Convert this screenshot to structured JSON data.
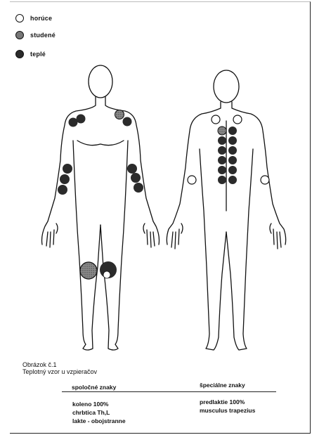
{
  "legend": {
    "items": [
      {
        "label": "horúce",
        "fill": "#ffffff"
      },
      {
        "label": "studené",
        "fill": "#777777"
      },
      {
        "label": "teplé",
        "fill": "#2b2b2b"
      }
    ]
  },
  "caption": {
    "line1": "Obrázok č.1",
    "line2": "Teplotný vzor u vzpieračov"
  },
  "table": {
    "left": {
      "heading": "spoločné znaky",
      "items": [
        "koleno 100%",
        "chrbtica Th,L",
        "lakte - obojstranne"
      ]
    },
    "right": {
      "heading": "špeciálne znaky",
      "items": [
        "predlaktie 100%",
        "musculus trapezius"
      ]
    }
  },
  "colors": {
    "ink": "#111111",
    "cool": "#777777",
    "warm": "#2b2b2b",
    "hot": "#ffffff"
  }
}
